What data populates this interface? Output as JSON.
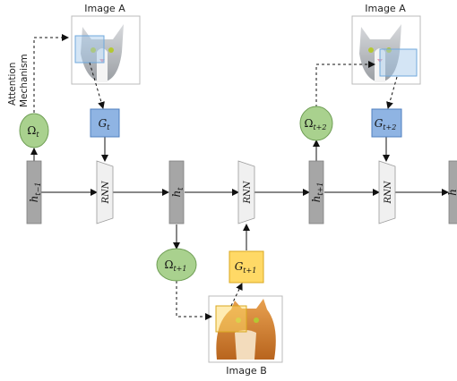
{
  "images": {
    "a_left_title": "Image A",
    "a_right_title": "Image A",
    "b_title": "Image B"
  },
  "side_label": {
    "line1": "Attention",
    "line2": "Mechanism"
  },
  "hidden_states": {
    "h_tm1": "h",
    "h_tm1_sub": "t−1",
    "h_t": "h",
    "h_t_sub": "t",
    "h_tp1": "h",
    "h_tp1_sub": "t+1",
    "h_edge": "h"
  },
  "rnn_label": "RNN",
  "attention": {
    "omega_t": "Ω",
    "omega_t_sub": "t",
    "omega_tp1": "Ω",
    "omega_tp1_sub": "t+1",
    "omega_tp2": "Ω",
    "omega_tp2_sub": "t+2"
  },
  "glimpse": {
    "g_t": "G",
    "g_t_sub": "t",
    "g_tp1": "G",
    "g_tp1_sub": "t+1",
    "g_tp2": "G",
    "g_tp2_sub": "t+2"
  },
  "colors": {
    "green": "#a9d18e",
    "green_stroke": "#6f9e55",
    "blue": "#8fb4e3",
    "blue_stroke": "#4f7fbf",
    "orange": "#ffd966",
    "orange_stroke": "#d9a820",
    "hidden_fill": "#a6a6a6",
    "rnn_fill": "#f0f0f0"
  }
}
